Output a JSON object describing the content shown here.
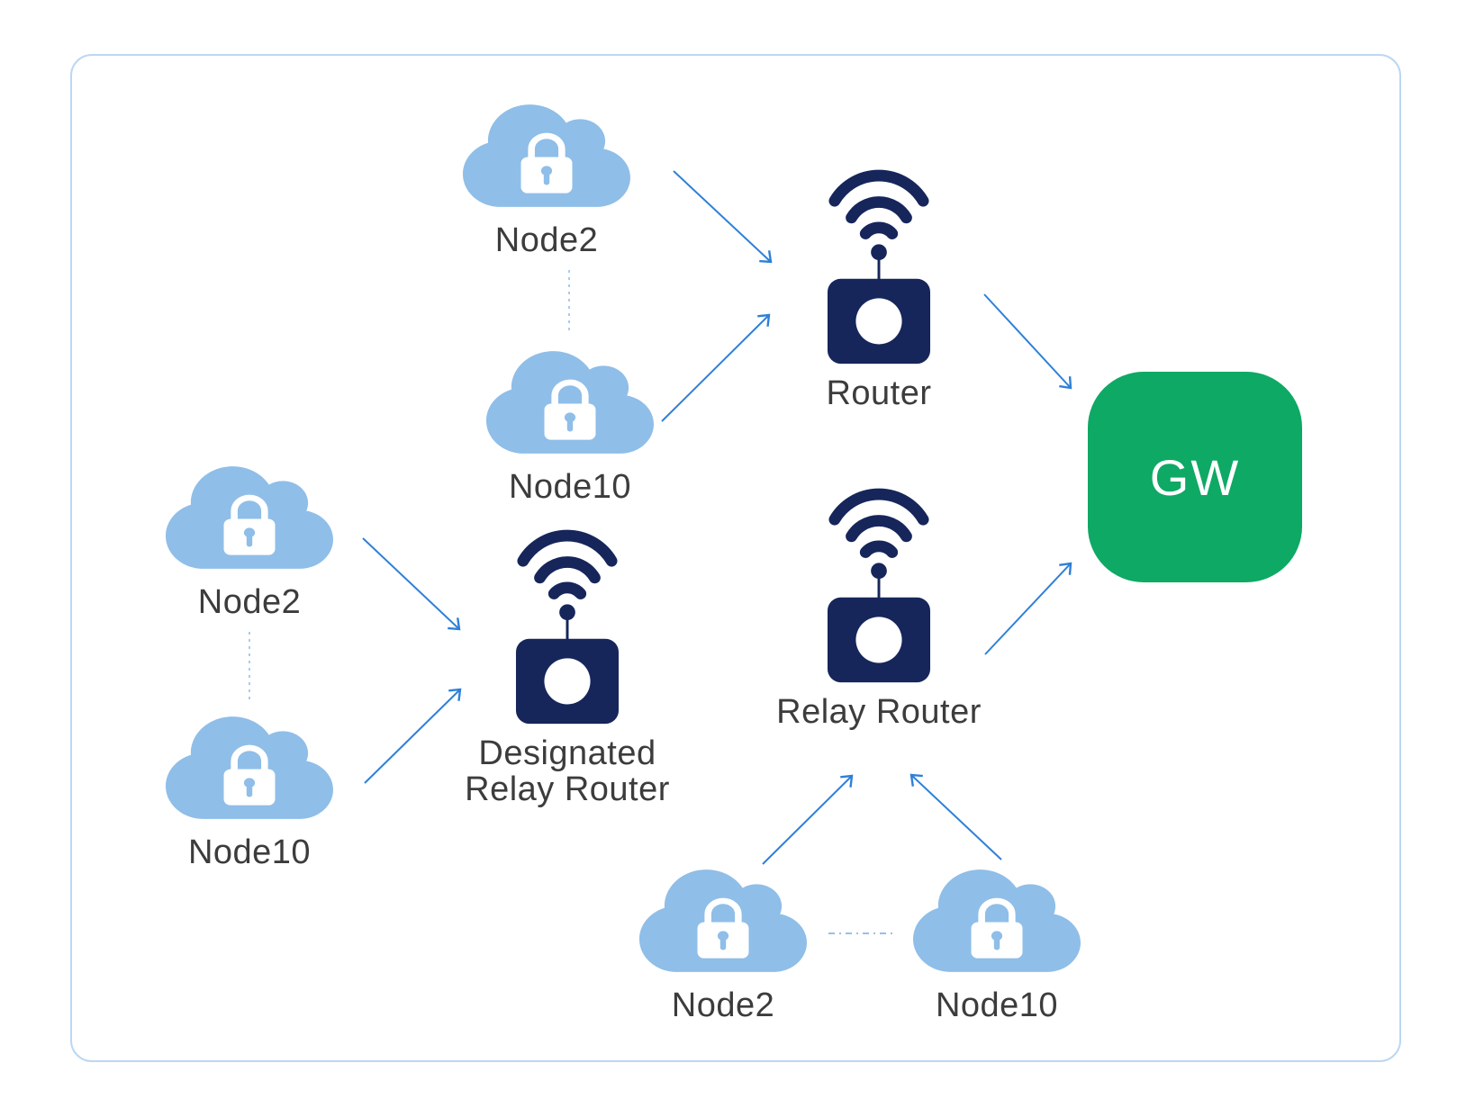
{
  "diagram": {
    "title_none": "",
    "gateway": {
      "label": "GW"
    },
    "routers": {
      "router": {
        "label": "Router"
      },
      "designated_relay_router": {
        "label_line1": "Designated",
        "label_line2": "Relay Router"
      },
      "relay_router": {
        "label": "Relay Router"
      }
    },
    "node_groups": {
      "top": {
        "node_a": "Node2",
        "node_b": "Node10"
      },
      "left": {
        "node_a": "Node2",
        "node_b": "Node10"
      },
      "bottom": {
        "node_a": "Node2",
        "node_b": "Node10"
      }
    },
    "connections": [
      {
        "from": "top-node2",
        "to": "router",
        "style": "arrow"
      },
      {
        "from": "top-node10",
        "to": "router",
        "style": "arrow"
      },
      {
        "from": "router",
        "to": "gateway",
        "style": "arrow"
      },
      {
        "from": "left-node2",
        "to": "designated-relay-router",
        "style": "arrow"
      },
      {
        "from": "left-node10",
        "to": "designated-relay-router",
        "style": "arrow"
      },
      {
        "from": "relay-router",
        "to": "gateway",
        "style": "arrow"
      },
      {
        "from": "bottom-node2",
        "to": "relay-router",
        "style": "arrow"
      },
      {
        "from": "bottom-node10",
        "to": "relay-router",
        "style": "arrow"
      },
      {
        "from": "top-node2",
        "to": "top-node10",
        "style": "dotted"
      },
      {
        "from": "left-node2",
        "to": "left-node10",
        "style": "dotted"
      },
      {
        "from": "bottom-node2",
        "to": "bottom-node10",
        "style": "dotted"
      }
    ],
    "colors": {
      "cloud": "#8FBEE8",
      "router_navy": "#16265B",
      "gateway_green": "#0EA964",
      "arrow_blue": "#2E80D8",
      "dotted_blue": "#A9CCEF",
      "label_gray": "#3C3C3C",
      "frame_border": "#BCD7F2"
    }
  }
}
